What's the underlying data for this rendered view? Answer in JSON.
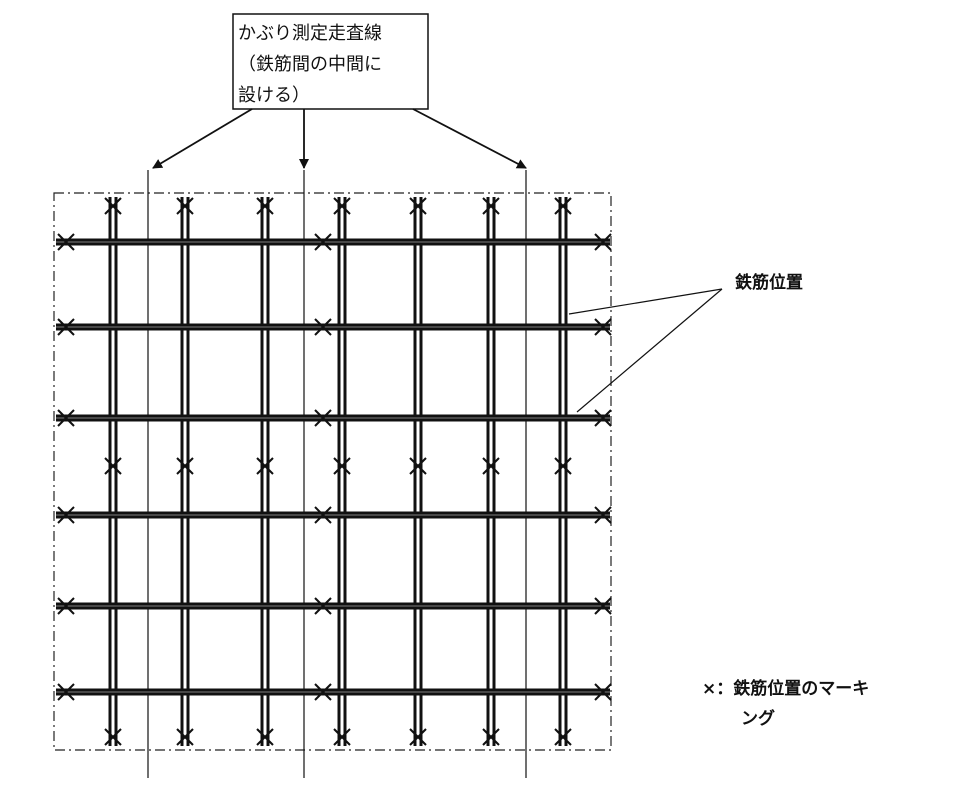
{
  "callout": {
    "line1": "かぶり測定走査線",
    "line2": "（鉄筋間の中間に",
    "line3": "設ける）"
  },
  "rebar_label": "鉄筋位置",
  "legend": {
    "line1": "×：鉄筋位置のマーキ",
    "line2": "ング"
  }
}
